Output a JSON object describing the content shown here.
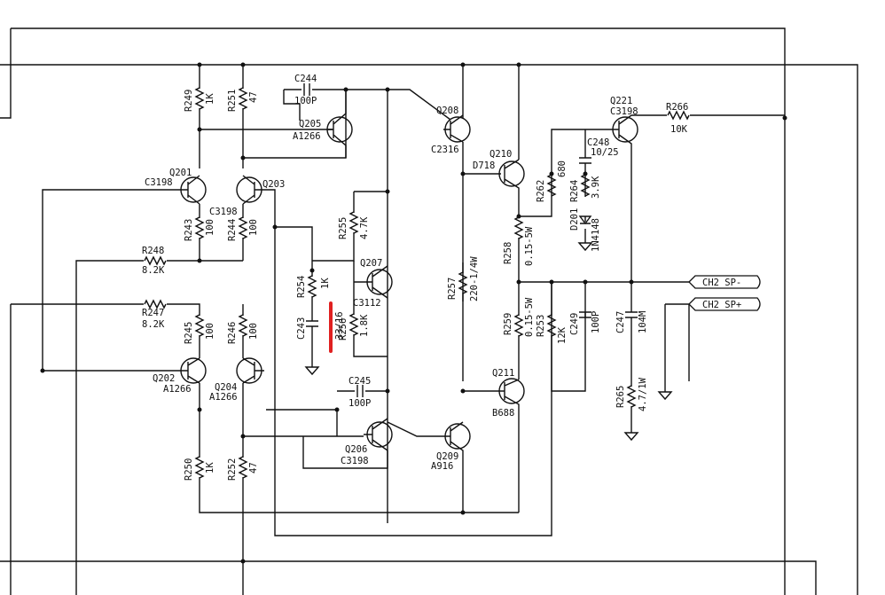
{
  "labels": {
    "c244": "C244",
    "c244v": "100P",
    "r249": "R249",
    "r249v": "1K",
    "r251": "R251",
    "r251v": "47",
    "q205": "Q205",
    "q205t": "A1266",
    "q208": "Q208",
    "q208t": "C2316",
    "q210": "Q210",
    "q210t": "D718",
    "q221": "Q221",
    "q221t": "C3198",
    "r266": "R266",
    "r266v": "10K",
    "c248": "C248",
    "c248v": "10/25",
    "r262": "R262",
    "r262v": "680",
    "r264": "R264",
    "r264v": "3.9K",
    "d201": "D201",
    "d201v": "1N4148",
    "q201": "Q201",
    "q201t": "C3198",
    "q203": "Q203",
    "q203t": "C3198",
    "r243": "R243",
    "r243v": "100",
    "r244": "R244",
    "r244v": "100",
    "r255": "R255",
    "r255v": "4.7K",
    "r248": "R248",
    "r248v": "8.2K",
    "r254": "R254",
    "r254v": "1K",
    "q207": "Q207",
    "q207t": "C3112",
    "r257": "R257",
    "r257v": "220-1/4W",
    "r258": "R258",
    "r258v": "0.15-5W",
    "r247": "R247",
    "r247v": "8.2K",
    "c243": "C243",
    "c243v": "33/16",
    "r256": "R256",
    "r256v": "1.8K",
    "r245": "R245",
    "r245v": "100",
    "r246": "R246",
    "r246v": "100",
    "r259": "R259",
    "r259v": "0.15-5W",
    "r253": "R253",
    "r253v": "12K",
    "c249": "C249",
    "c249v": "100P",
    "c247": "C247",
    "c247v": "104M",
    "q202": "Q202",
    "q202t": "A1266",
    "q204": "Q204",
    "q204t": "A1266",
    "c245": "C245",
    "c245v": "100P",
    "q211": "Q211",
    "q211t": "B688",
    "r265": "R265",
    "r265v": "4.7/1W",
    "q206": "Q206",
    "q206t": "C3198",
    "q209": "Q209",
    "q209t": "A916",
    "r250": "R250",
    "r250v": "1K",
    "r252": "R252",
    "r252v": "47"
  },
  "terminals": {
    "sp_minus": "CH2 SP-",
    "sp_plus": "CH2 SP+"
  },
  "colors": {
    "line": "#111111",
    "marker": "#e02020",
    "background": "#ffffff"
  }
}
